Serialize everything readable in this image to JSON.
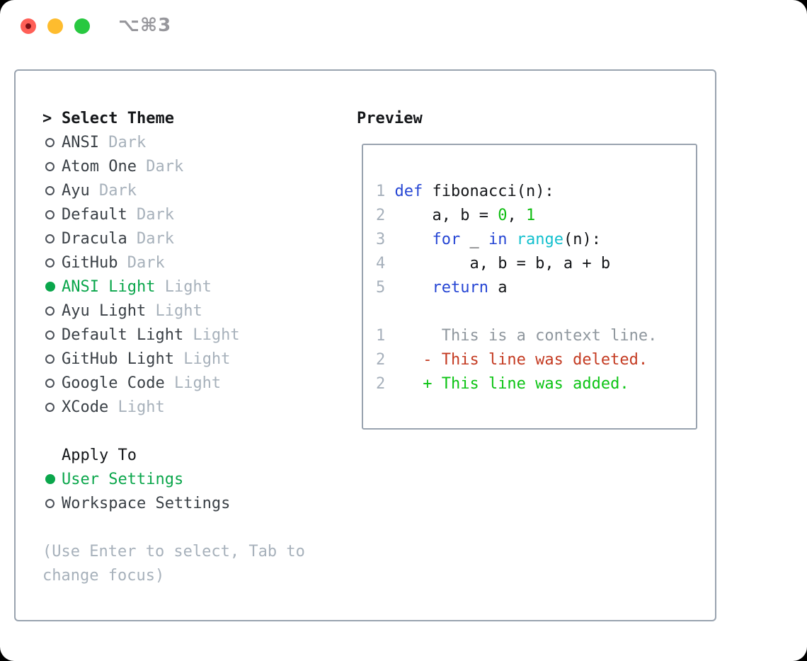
{
  "window": {
    "title": "⌥⌘3"
  },
  "colors": {
    "accent_green": "#0aa64b",
    "keyword_blue": "#2646d4",
    "builtin_cyan": "#14c0ce",
    "literal_green": "#0fbd11",
    "added_green": "#0cc414",
    "deleted_red": "#c43b22",
    "context_gray": "#8f979e",
    "line_number_gray": "#a6b0bb",
    "dim_gray": "#a7b1bb",
    "text_dark": "#3a4046",
    "heading_black": "#15171a",
    "border_gray": "#99a3af",
    "titlebar_gray": "#97979c",
    "traffic_red": "#ff5f57",
    "traffic_yellow": "#febc2e",
    "traffic_green": "#28c840"
  },
  "theme_selector": {
    "prompt": ">",
    "title": "Select Theme",
    "items": [
      {
        "name": "ANSI",
        "variant": "Dark",
        "selected": false
      },
      {
        "name": "Atom One",
        "variant": "Dark",
        "selected": false
      },
      {
        "name": "Ayu",
        "variant": "Dark",
        "selected": false
      },
      {
        "name": "Default",
        "variant": "Dark",
        "selected": false
      },
      {
        "name": "Dracula",
        "variant": "Dark",
        "selected": false
      },
      {
        "name": "GitHub",
        "variant": "Dark",
        "selected": false
      },
      {
        "name": "ANSI Light",
        "variant": "Light",
        "selected": true
      },
      {
        "name": "Ayu Light",
        "variant": "Light",
        "selected": false
      },
      {
        "name": "Default Light",
        "variant": "Light",
        "selected": false
      },
      {
        "name": "GitHub Light",
        "variant": "Light",
        "selected": false
      },
      {
        "name": "Google Code",
        "variant": "Light",
        "selected": false
      },
      {
        "name": "XCode",
        "variant": "Light",
        "selected": false
      }
    ]
  },
  "apply_to": {
    "title": "Apply To",
    "items": [
      {
        "name": "User Settings",
        "selected": true
      },
      {
        "name": "Workspace Settings",
        "selected": false
      }
    ]
  },
  "help_lines": [
    "(Use Enter to select, Tab to",
    "change focus)"
  ],
  "preview": {
    "title": "Preview",
    "code_lines": [
      {
        "num": "1",
        "tokens": [
          {
            "t": " ",
            "c": "plain"
          },
          {
            "t": "def",
            "c": "keyword"
          },
          {
            "t": " fibonacci(n):",
            "c": "plain"
          }
        ]
      },
      {
        "num": "2",
        "tokens": [
          {
            "t": "     a, b = ",
            "c": "plain"
          },
          {
            "t": "0",
            "c": "literal"
          },
          {
            "t": ", ",
            "c": "plain"
          },
          {
            "t": "1",
            "c": "literal"
          }
        ]
      },
      {
        "num": "3",
        "tokens": [
          {
            "t": "     ",
            "c": "plain"
          },
          {
            "t": "for",
            "c": "keyword"
          },
          {
            "t": " _ ",
            "c": "plain"
          },
          {
            "t": "in",
            "c": "keyword"
          },
          {
            "t": " ",
            "c": "plain"
          },
          {
            "t": "range",
            "c": "builtin"
          },
          {
            "t": "(n):",
            "c": "plain"
          }
        ]
      },
      {
        "num": "4",
        "tokens": [
          {
            "t": "         a, b = b, a + b",
            "c": "plain"
          }
        ]
      },
      {
        "num": "5",
        "tokens": [
          {
            "t": "     ",
            "c": "plain"
          },
          {
            "t": "return",
            "c": "keyword"
          },
          {
            "t": " a",
            "c": "plain"
          }
        ]
      },
      {
        "num": "",
        "tokens": []
      },
      {
        "num": "1",
        "tokens": [
          {
            "t": "      This is a context line.",
            "c": "context"
          }
        ]
      },
      {
        "num": "2",
        "tokens": [
          {
            "t": "    - This line was deleted.",
            "c": "deleted"
          }
        ]
      },
      {
        "num": "2",
        "tokens": [
          {
            "t": "    + This line was added.",
            "c": "added"
          }
        ]
      }
    ]
  }
}
